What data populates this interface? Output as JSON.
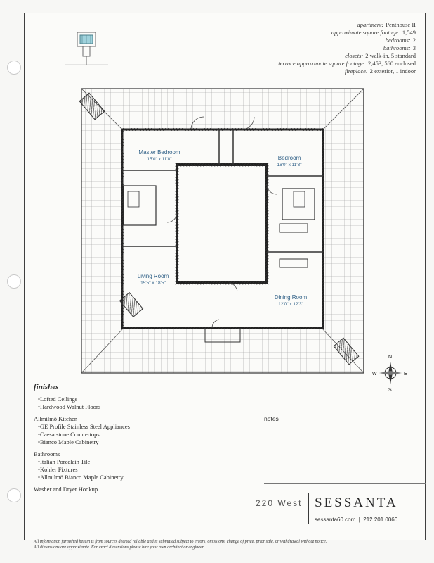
{
  "specs": [
    {
      "label": "apartment:",
      "value": "Penthouse II"
    },
    {
      "label": "approximate square footage:",
      "value": "1,549"
    },
    {
      "label": "bedrooms:",
      "value": "2"
    },
    {
      "label": "bathrooms:",
      "value": "3"
    },
    {
      "label": "closets:",
      "value": "2 walk-in, 5 standard"
    },
    {
      "label": "terrace approximate square footage:",
      "value": "2,453, 560 enclosed"
    },
    {
      "label": "fireplace:",
      "value": "2 exterior, 1 indoor"
    }
  ],
  "rooms": {
    "master": {
      "name": "Master Bedroom",
      "dim": "15'0\" x 11'8\""
    },
    "bedroom": {
      "name": "Bedroom",
      "dim": "16'0\" x 11'3\""
    },
    "living": {
      "name": "Living Room",
      "dim": "15'5\" x 18'5\""
    },
    "dining": {
      "name": "Dining Room",
      "dim": "12'0\" x 12'3\""
    }
  },
  "compass": {
    "n": "N",
    "s": "S",
    "e": "E",
    "w": "W"
  },
  "finishes": {
    "title": "finishes",
    "groups": [
      {
        "title": "",
        "items": [
          "Lofted Ceilings",
          "Hardwood Walnut Floors"
        ]
      },
      {
        "title": "Allmilmö Kitchen",
        "items": [
          "GE Profile Stainless Steel Appliances",
          "Caesarstone Countertops",
          "Bianco Maple Cabinetry"
        ]
      },
      {
        "title": "Bathrooms",
        "items": [
          "Italian Porcelain Tile",
          "Kohler Fixtures",
          "Allmilmö Bianco Maple Cabinetry"
        ]
      }
    ],
    "washer": "Washer and Dryer Hookup"
  },
  "notes_label": "notes",
  "brand": {
    "address": "220 West",
    "name": "SESSANTA",
    "website": "sessanta60.com",
    "separator": "|",
    "phone": "212.201.0060"
  },
  "disclaimer": [
    "All information furnished herein is from sources deemed reliable and is submitted subject to errors, omissions, change of price, prior sale, or withdrawal without notice.",
    "All dimensions are approximate. For exact dimensions please hire your own architect or engineer."
  ]
}
